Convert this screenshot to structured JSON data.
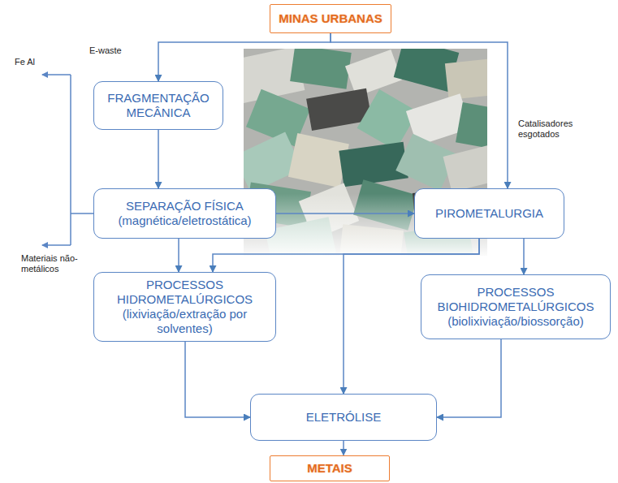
{
  "diagram": {
    "nodes": [
      {
        "text": [
          "MINAS URBANAS"
        ]
      },
      {
        "text": [
          "FRAGMENTAÇÃO MECÂNICA"
        ]
      },
      {
        "text": [
          "SEPARAÇÃO FÍSICA",
          "(magnética/eletrostática)"
        ]
      },
      {
        "text": [
          "PIROMETALURGIA"
        ]
      },
      {
        "text": [
          "PROCESSOS HIDROMETALÚRGICOS",
          "(lixiviação/extração por solventes)"
        ]
      },
      {
        "text": [
          "PROCESSOS BIOHIDROMETALÚRGICOS",
          "(biolixiviação/biossorção)"
        ]
      },
      {
        "text": [
          "ELETRÓLISE"
        ]
      },
      {
        "text": [
          "METAIS"
        ]
      }
    ],
    "edges": [
      {
        "from": 0,
        "to": 1,
        "arrow": "to",
        "label": "E-waste"
      },
      {
        "from": 0,
        "to": 3,
        "arrow": "to",
        "label": "Catalisadores esgotados"
      },
      {
        "from": 1,
        "to": 2,
        "arrow": "to"
      },
      {
        "from": 2,
        "to": 3,
        "arrow": "to"
      },
      {
        "from": 2,
        "to": 4,
        "arrow": "to"
      },
      {
        "from": 3,
        "to": 4,
        "arrow": "to"
      },
      {
        "from": 3,
        "to": 6,
        "arrow": "to"
      },
      {
        "from": 3,
        "to": 5,
        "arrow": "to"
      },
      {
        "from": 4,
        "to": 6,
        "arrow": "to"
      },
      {
        "from": 5,
        "to": 6,
        "arrow": "to"
      },
      {
        "from": 6,
        "to": 7,
        "arrow": "to"
      }
    ],
    "labels": [
      "Fe Al",
      "Materiais não-metálicos"
    ]
  }
}
